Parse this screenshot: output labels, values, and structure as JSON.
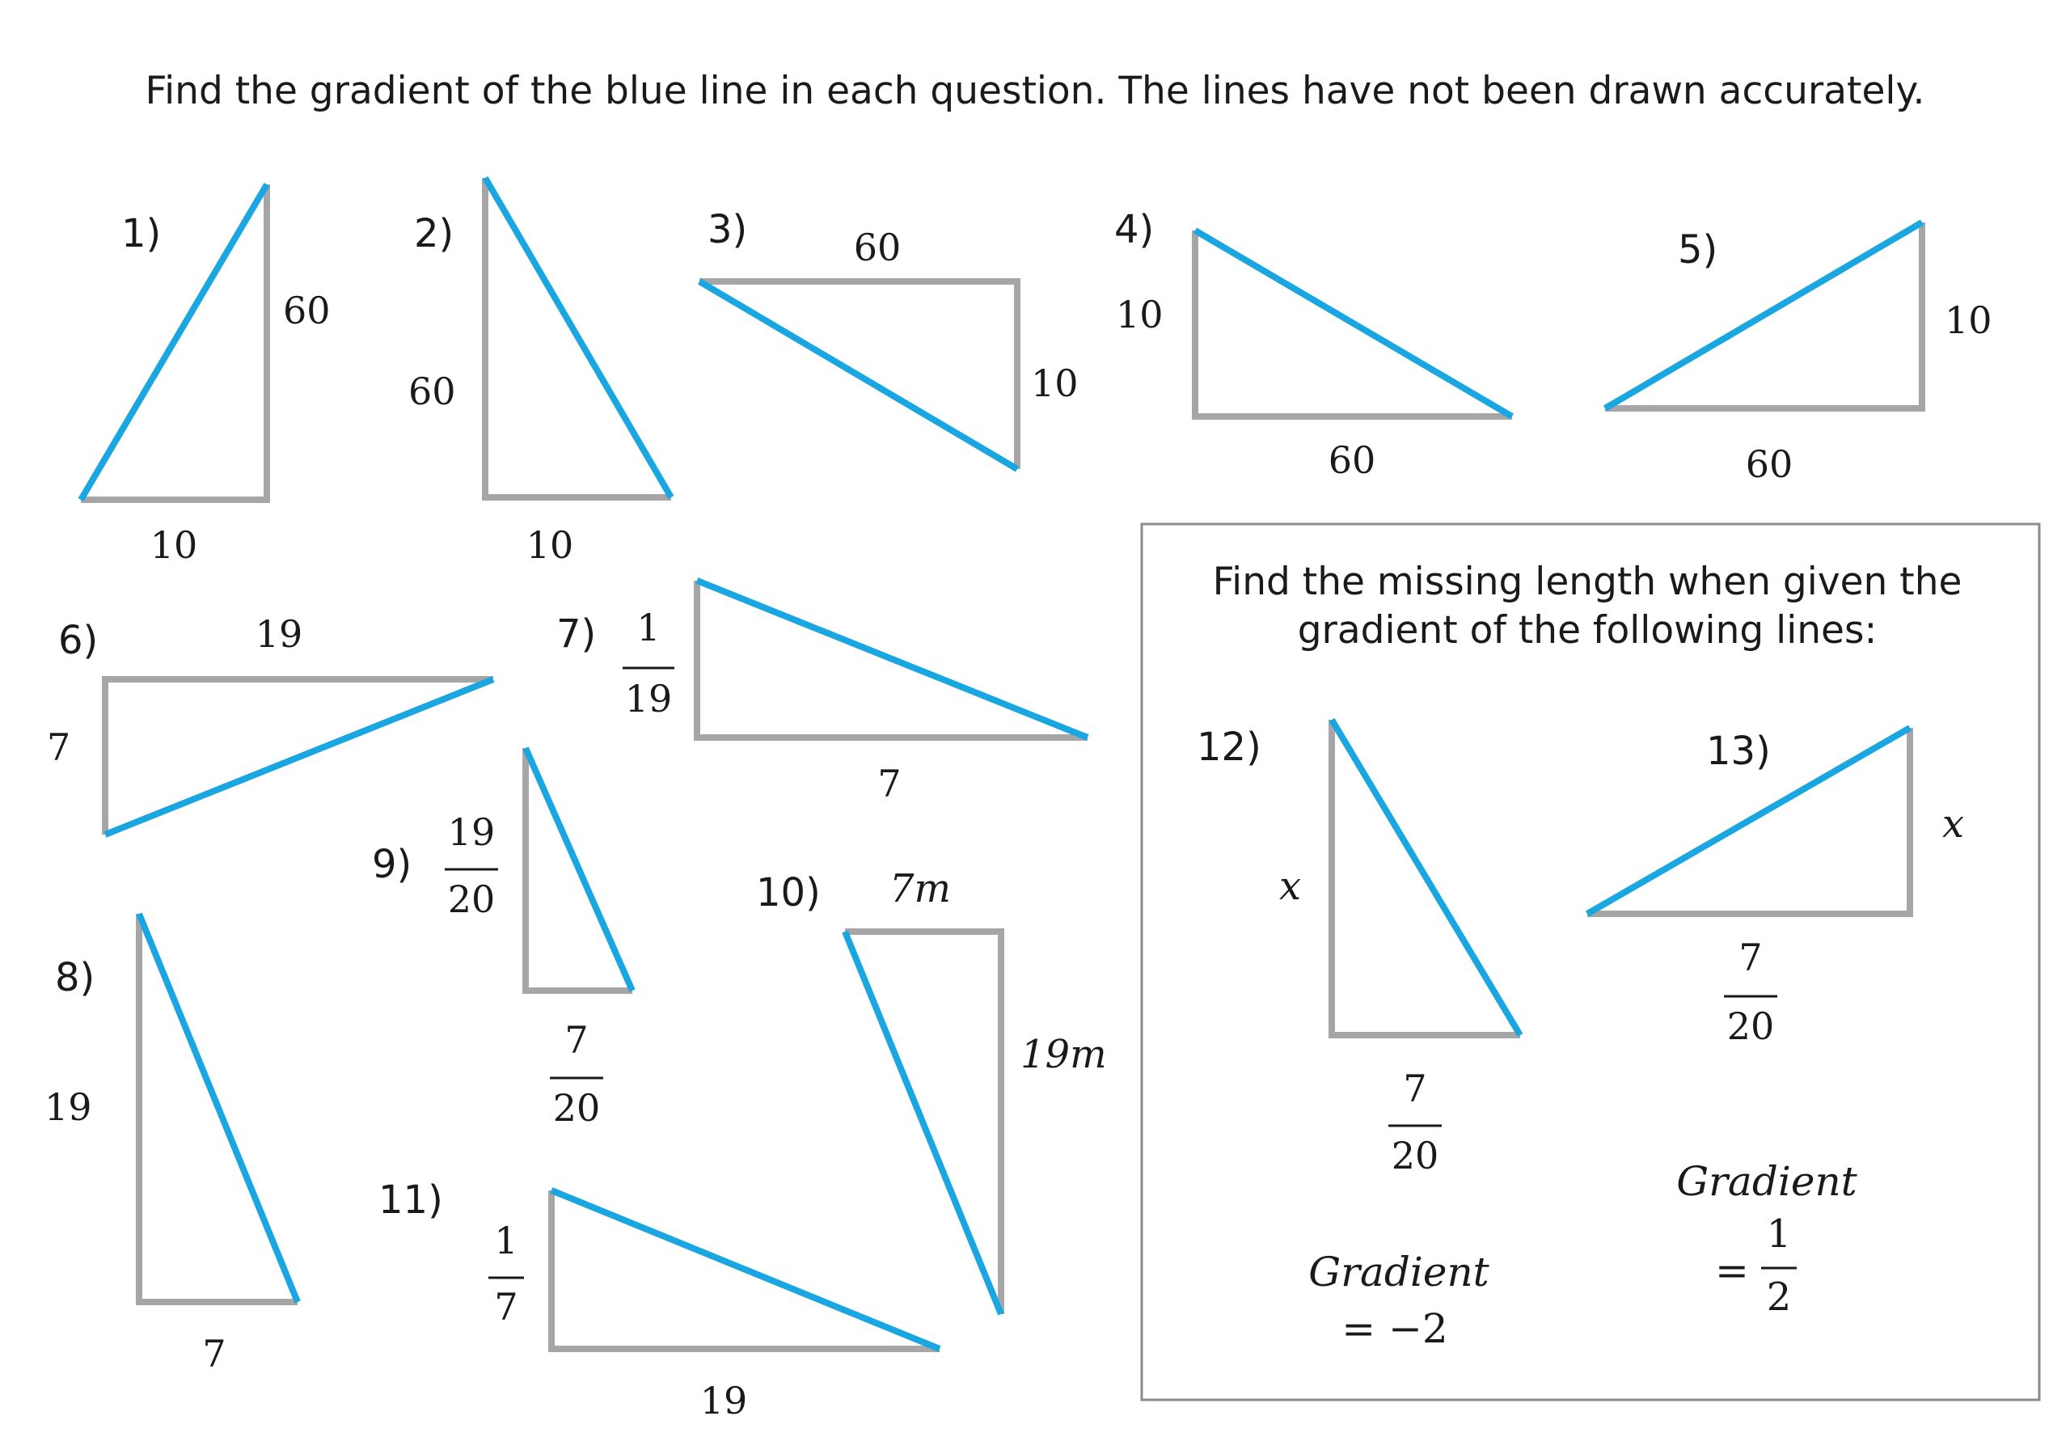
{
  "instructions": "Find the gradient of the blue line in each question. The lines have not been drawn accurately.",
  "box_heading_line1": "Find the missing length when given the",
  "box_heading_line2": "gradient of the following lines:",
  "colors": {
    "line": "#1aa6e0",
    "frame": "#a6a6a6",
    "text": "#1a1a1a",
    "box": "#8c8c8c"
  },
  "questions": {
    "q1": {
      "label": "1)",
      "vertical": "60",
      "horizontal": "10"
    },
    "q2": {
      "label": "2)",
      "vertical": "60",
      "horizontal": "10"
    },
    "q3": {
      "label": "3)",
      "horizontal": "60",
      "vertical": "10"
    },
    "q4": {
      "label": "4)",
      "vertical": "10",
      "horizontal": "60"
    },
    "q5": {
      "label": "5)",
      "vertical": "10",
      "horizontal": "60"
    },
    "q6": {
      "label": "6)",
      "horizontal": "19",
      "vertical": "7"
    },
    "q7": {
      "label": "7)",
      "vertical_num": "1",
      "vertical_den": "19",
      "horizontal": "7"
    },
    "q8": {
      "label": "8)",
      "vertical": "19",
      "horizontal": "7"
    },
    "q9": {
      "label": "9)",
      "vertical_num": "19",
      "vertical_den": "20",
      "horizontal_num": "7",
      "horizontal_den": "20"
    },
    "q10": {
      "label": "10)",
      "horizontal": "7m",
      "vertical": "19m"
    },
    "q11": {
      "label": "11)",
      "vertical_num": "1",
      "vertical_den": "7",
      "horizontal": "19"
    },
    "q12": {
      "label": "12)",
      "vertical": "x",
      "horizontal_num": "7",
      "horizontal_den": "20",
      "gradient_word": "Gradient",
      "gradient_value": "= −2"
    },
    "q13": {
      "label": "13)",
      "vertical": "x",
      "horizontal_num": "7",
      "horizontal_den": "20",
      "gradient_word": "Gradient",
      "gradient_eq": "=",
      "gradient_num": "1",
      "gradient_den": "2"
    }
  }
}
